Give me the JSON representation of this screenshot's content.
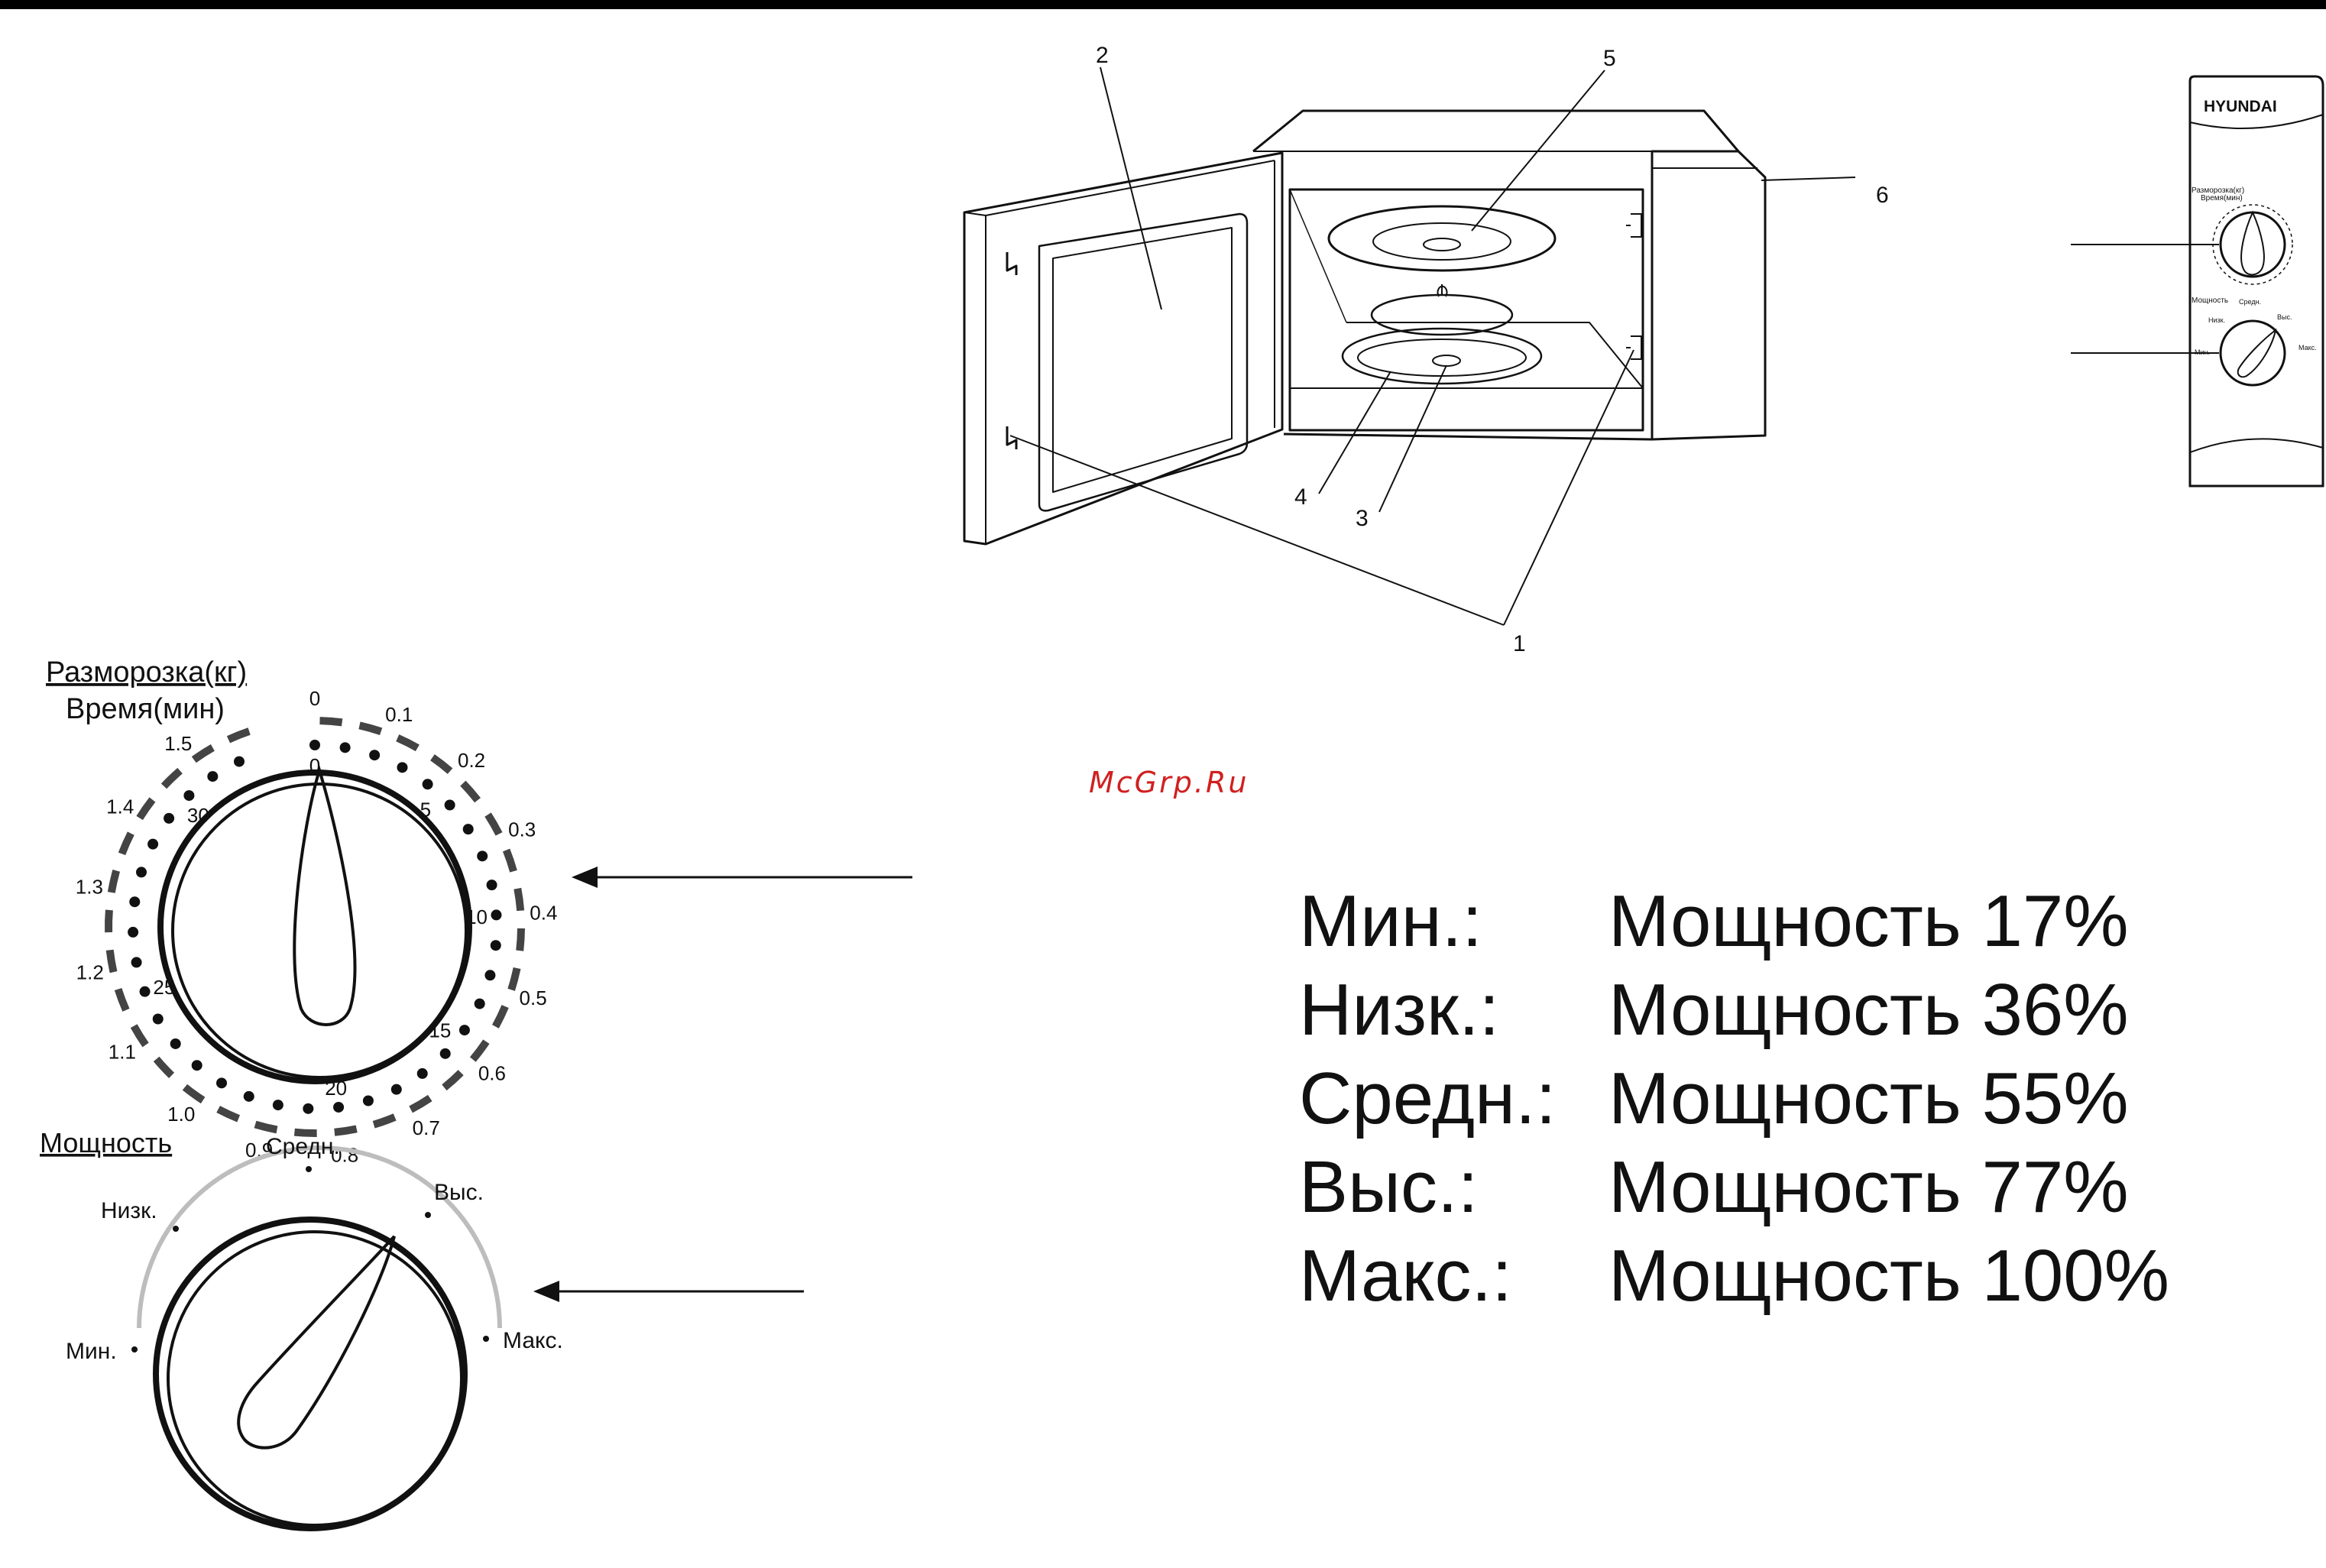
{
  "brand": "HYUNDAI",
  "watermark": "McGrp.Ru",
  "callouts": [
    "1",
    "2",
    "3",
    "4",
    "5",
    "6"
  ],
  "panel": {
    "timer_label": "Разморозка(кг)",
    "timer_sub": "Время(мин)",
    "power_label": "Мощность",
    "mini_power_labels": [
      "Средн.",
      "Выс.",
      "Низк.",
      "Мин.",
      "Макс."
    ]
  },
  "timer_dial": {
    "title": "Разморозка(кг)",
    "subtitle": "Время(мин)",
    "weights": [
      "0",
      "0.1",
      "0.2",
      "0.3",
      "0.4",
      "0.5",
      "0.6",
      "0.7",
      "0.8",
      "0.9",
      "1.0",
      "1.1",
      "1.2",
      "1.3",
      "1.4",
      "1.5"
    ],
    "minutes": [
      "0",
      "5",
      "10",
      "15",
      "20",
      "25",
      "30"
    ]
  },
  "power_dial": {
    "title": "Мощность",
    "labels": {
      "min": "Мин.",
      "low": "Низк.",
      "medium": "Средн.",
      "high": "Выс.",
      "max": "Макс."
    }
  },
  "power_levels": [
    {
      "name": "Мин.:",
      "text": "Мощность 17%"
    },
    {
      "name": "Низк.:",
      "text": "Мощность 36%"
    },
    {
      "name": "Средн.:",
      "text": "Мощность 55%"
    },
    {
      "name": "Выс.:",
      "text": "Мощность 77%"
    },
    {
      "name": "Макс.:",
      "text": "Мощность 100%"
    }
  ]
}
